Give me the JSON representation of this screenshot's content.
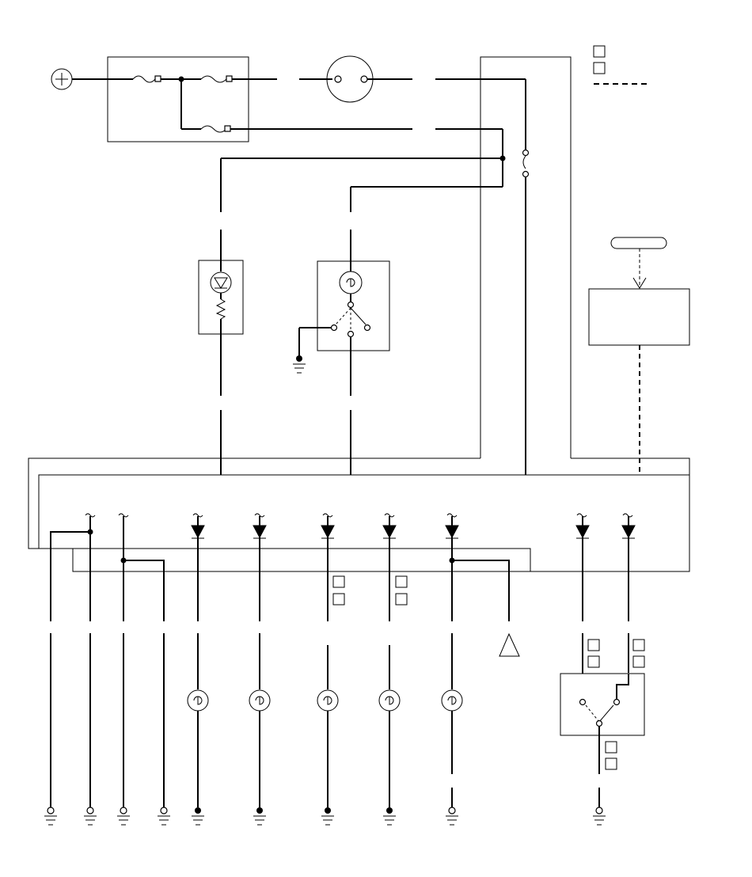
{
  "colors": {
    "ink": "#000000",
    "background": "#ffffff"
  },
  "legend": {
    "items": [
      {
        "swatch": "empty-box"
      },
      {
        "swatch": "empty-box"
      },
      {
        "swatch": "dashed-line"
      }
    ]
  },
  "icons": [
    "battery-positive-icon",
    "fuse-icon",
    "connector-icon",
    "led-icon",
    "resistor-icon",
    "bulb-icon",
    "switch-icon",
    "diode-icon",
    "ground-icon",
    "sensor-icon"
  ]
}
